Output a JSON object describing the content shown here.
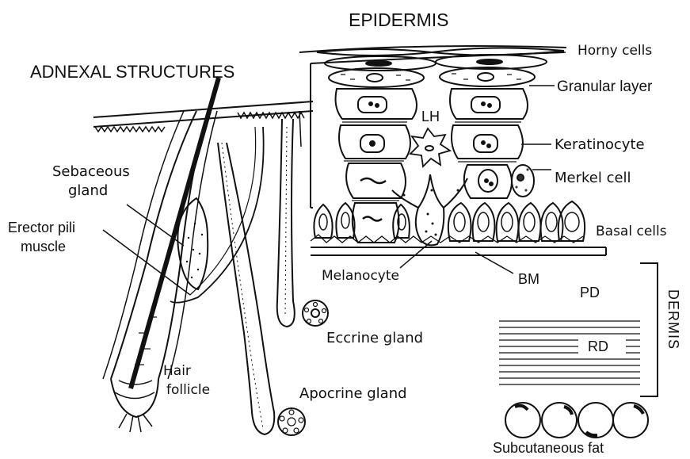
{
  "headings": {
    "epidermis": "EPIDERMIS",
    "adnexal": "ADNEXAL STRUCTURES",
    "dermis": "DERMIS"
  },
  "labels": {
    "horny_cells": "Horny cells",
    "granular_layer": "Granular layer",
    "lh": "LH",
    "keratinocyte": "Keratinocyte",
    "merkel_cell": "Merkel cell",
    "basal_cells": "Basal cells",
    "melanocyte": "Melanocyte",
    "bm": "BM",
    "pd": "PD",
    "rd": "RD",
    "sebaceous_gland_1": "Sebaceous",
    "sebaceous_gland_2": "gland",
    "erector_pili_1": "Erector pili",
    "erector_pili_2": "muscle",
    "eccrine_gland": "Eccrine gland",
    "apocrine_gland": "Apocrine gland",
    "hair_follicle_1": "Hair",
    "hair_follicle_2": "follicle",
    "subcutaneous_fat": "Subcutaneous fat"
  }
}
